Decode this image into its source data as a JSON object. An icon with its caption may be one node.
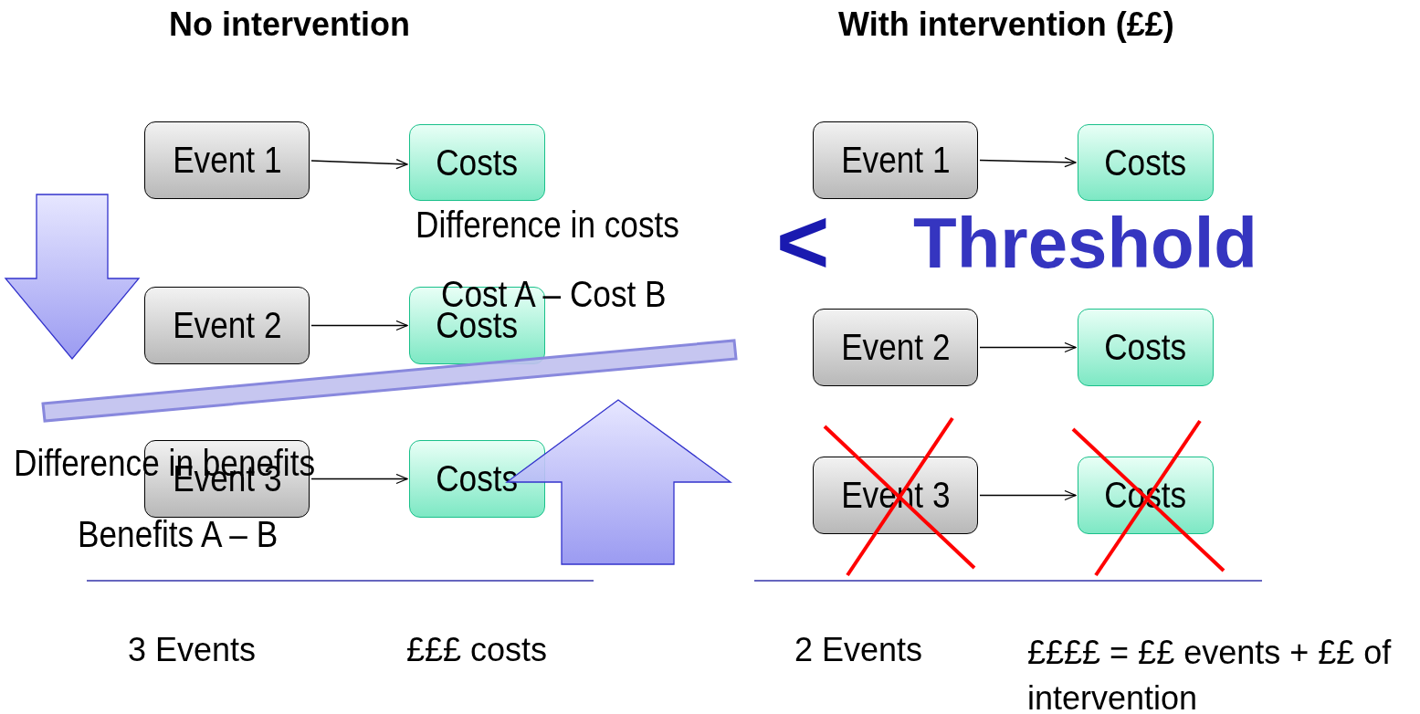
{
  "diagram": {
    "nodes": [
      {
        "text": [
          "Event 1"
        ]
      },
      {
        "text": [
          "Costs"
        ]
      },
      {
        "text": [
          "Event 2"
        ]
      },
      {
        "text": [
          "Costs"
        ]
      },
      {
        "text": [
          "Event 3"
        ]
      },
      {
        "text": [
          "Costs"
        ]
      },
      {
        "text": [
          "Event 1"
        ]
      },
      {
        "text": [
          "Costs"
        ]
      },
      {
        "text": [
          "Event 2"
        ]
      },
      {
        "text": [
          "Costs"
        ]
      },
      {
        "text": [
          "Event 3"
        ]
      },
      {
        "text": [
          "Costs"
        ]
      }
    ],
    "edges": [
      {
        "from": 0,
        "to": 1,
        "arrow": "to"
      },
      {
        "from": 2,
        "to": 3,
        "arrow": "to"
      },
      {
        "from": 4,
        "to": 5,
        "arrow": "to"
      },
      {
        "from": 6,
        "to": 7,
        "arrow": "to"
      },
      {
        "from": 8,
        "to": 9,
        "arrow": "to"
      },
      {
        "from": 10,
        "to": 11,
        "arrow": "to"
      }
    ],
    "labels": [
      "No intervention",
      "With intervention (££)",
      "Difference in costs",
      "Cost A – Cost B",
      "<",
      "Threshold",
      "Difference in benefits",
      "Benefits A – B",
      "3 Events",
      "£££ costs",
      "2 Events",
      "££££ = ££ events + ££ of intervention"
    ]
  }
}
